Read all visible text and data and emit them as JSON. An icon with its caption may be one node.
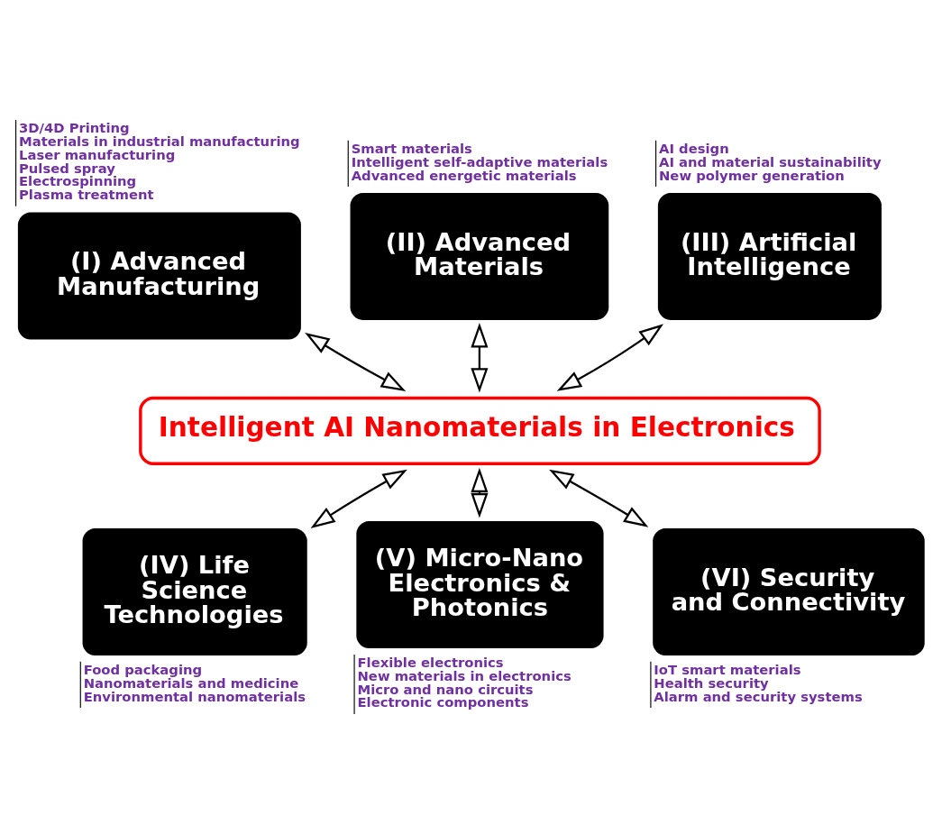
{
  "diagram": {
    "nodes": [
      {
        "text": [
          "(I) Advanced Manufacturing"
        ],
        "beside": [
          "3D/4D Printing",
          "Materials in industrial manufacturing",
          "Laser manufacturing",
          "Pulsed spray",
          "Electrospinning",
          "Plasma treatment"
        ]
      },
      {
        "text": [
          "(II) Advanced Materials"
        ],
        "beside": [
          "Smart materials",
          "Intelligent self-adaptive materials",
          "Advanced energetic materials"
        ]
      },
      {
        "text": [
          "(III) Artificial Intelligence"
        ],
        "beside": [
          "AI design",
          "AI and material sustainability",
          "New polymer generation"
        ]
      },
      {
        "text": [
          "Intelligent AI Nanomaterials in Electronics"
        ]
      },
      {
        "text": [
          "(IV) Life Science Technologies"
        ],
        "beside": [
          "Food packaging",
          "Nanomaterials and medicine",
          "Environmental nanomaterials"
        ]
      },
      {
        "text": [
          "(V) Micro-Nano Electronics & Photonics"
        ],
        "beside": [
          "Flexible electronics",
          "New materials in electronics",
          "Micro and nano circuits",
          "Electronic components"
        ]
      },
      {
        "text": [
          "(VI) Security and Connectivity"
        ],
        "beside": [
          "IoT smart materials",
          "Health security",
          "Alarm and security systems"
        ]
      }
    ],
    "edges": [
      {
        "from": 0,
        "to": 3,
        "arrow": "both"
      },
      {
        "from": 1,
        "to": 3,
        "arrow": "both"
      },
      {
        "from": 2,
        "to": 3,
        "arrow": "both"
      },
      {
        "from": 3,
        "to": 4,
        "arrow": "both"
      },
      {
        "from": 3,
        "to": 5,
        "arrow": "both"
      },
      {
        "from": 3,
        "to": 6,
        "arrow": "both"
      }
    ]
  }
}
